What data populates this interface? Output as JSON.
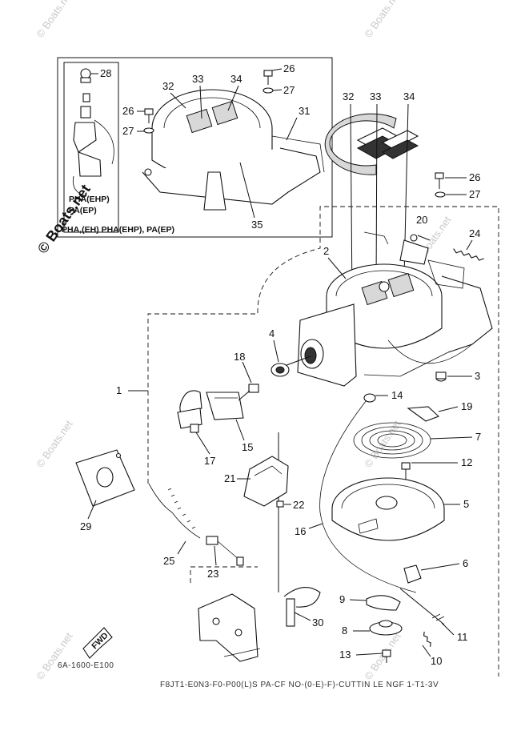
{
  "diagram": {
    "inset_labels": [
      "PHA(EHP)",
      "PA(EP)"
    ],
    "inset_caption": "PHA,(EH) PHA(EHP), PA(EP)",
    "footer": "F8JT1-E0N3-F0-P00(L)S PA-CF NO-(0-E)-F)-CUTTIN LE NGF 1-T1-3V",
    "diagram_code": "6A-1600-E100",
    "fwd_label": "FWD",
    "watermarks": [
      "© Boats.net",
      "© Boats.net",
      "© Boats.net",
      "© Boats.net",
      "© Boats.net",
      "© Boats.net",
      "© Boats.net",
      "© Boats.net"
    ],
    "callouts": {
      "c1": "1",
      "c2": "2",
      "c3": "3",
      "c4": "4",
      "c5": "5",
      "c6": "6",
      "c7": "7",
      "c8": "8",
      "c9": "9",
      "c10": "10",
      "c11": "11",
      "c12": "12",
      "c13": "13",
      "c14": "14",
      "c15": "15",
      "c16": "16",
      "c17": "17",
      "c18": "18",
      "c19": "19",
      "c20": "20",
      "c21": "21",
      "c22": "22",
      "c23": "23",
      "c24": "24",
      "c25": "25",
      "c26": "26",
      "c27": "27",
      "c28": "28",
      "c29": "29",
      "c30": "30",
      "c31": "31",
      "c32": "32",
      "c33": "33",
      "c34": "34",
      "c35": "35",
      "i26a": "26",
      "i27a": "27",
      "i26b": "26",
      "i27b": "27",
      "i28": "28",
      "i32": "32",
      "i33": "33",
      "i34": "34",
      "i31": "31"
    }
  }
}
